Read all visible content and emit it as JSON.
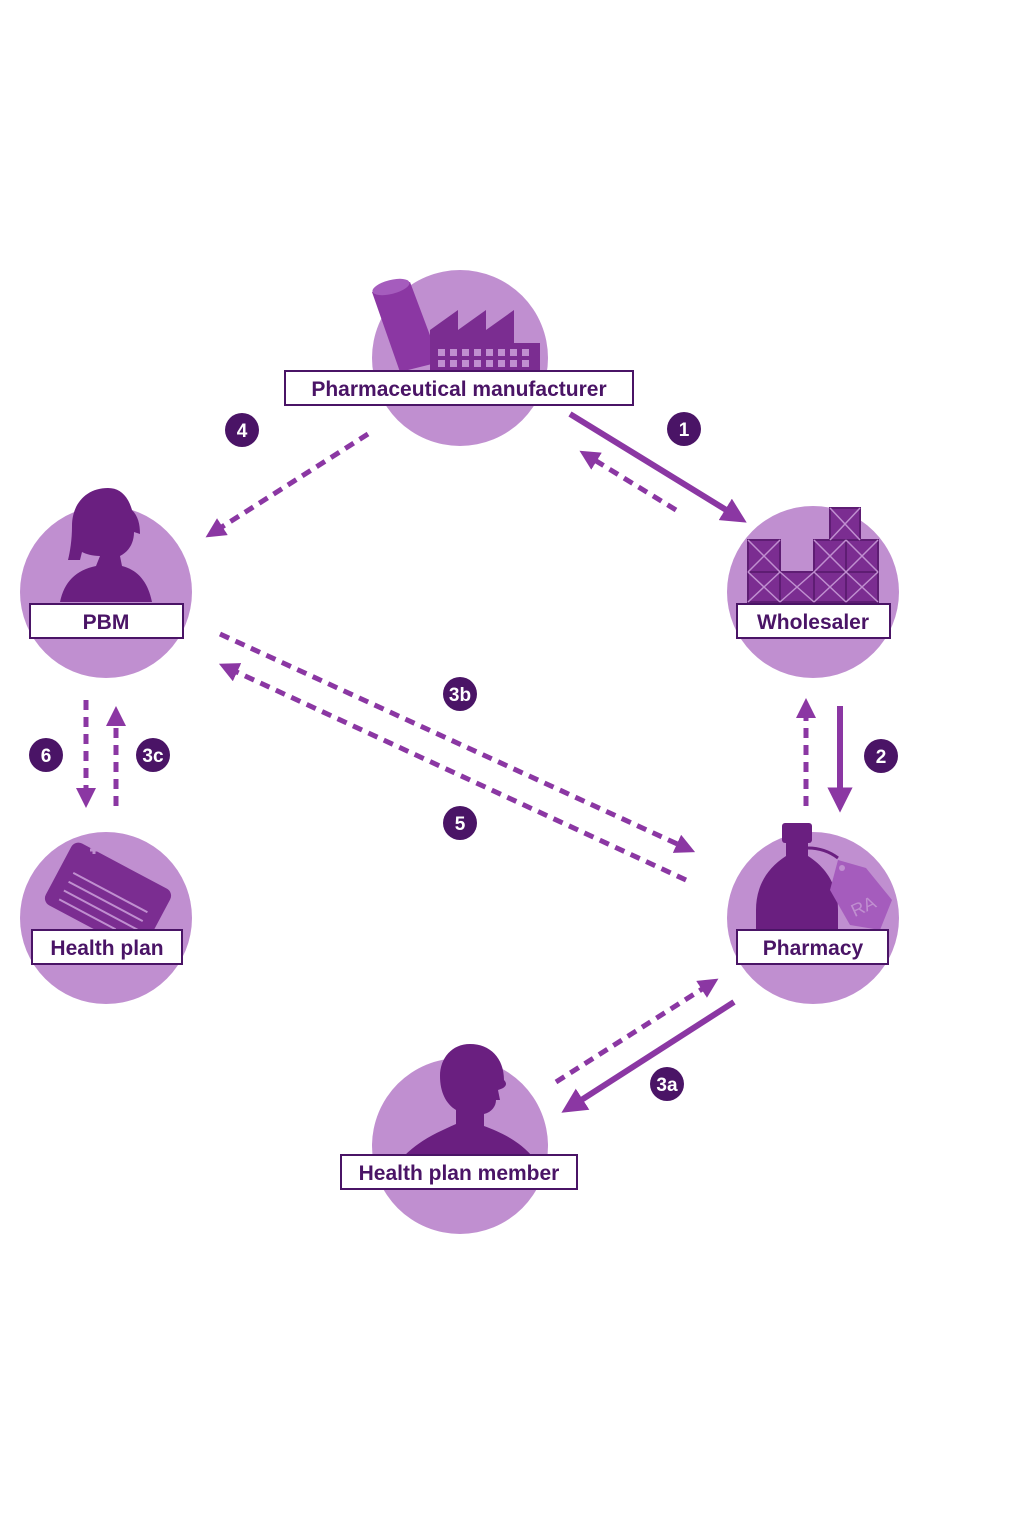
{
  "colors": {
    "circle": "#c08fd0",
    "icon": "#7b2d91",
    "icon_dark": "#5e1d73",
    "arrow": "#8b37a3",
    "badge": "#4a1466",
    "label_text": "#4a1466",
    "label_border": "#4a1466"
  },
  "nodes": {
    "manufacturer": {
      "label": "Pharmaceutical manufacturer",
      "icon": "factory-icon"
    },
    "wholesaler": {
      "label": "Wholesaler",
      "icon": "crates-icon"
    },
    "pbm": {
      "label": "PBM",
      "icon": "woman-silhouette-icon"
    },
    "pharmacy": {
      "label": "Pharmacy",
      "icon": "medicine-bottle-icon",
      "tag_text": "RA"
    },
    "health_plan": {
      "label": "Health plan",
      "icon": "insurance-card-icon"
    },
    "member": {
      "label": "Health plan member",
      "icon": "man-silhouette-icon"
    }
  },
  "badges": {
    "b1": "1",
    "b2": "2",
    "b3a": "3a",
    "b3b": "3b",
    "b3c": "3c",
    "b4": "4",
    "b5": "5",
    "b6": "6"
  }
}
